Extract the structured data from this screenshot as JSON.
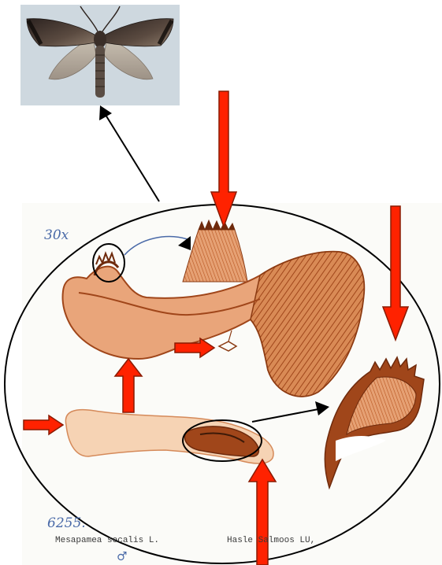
{
  "figure": {
    "magnification": "30x",
    "specimen_number": "6255.",
    "species_label": "Mesapamea secalis L.",
    "locality_label": "Hasle Salmoos LU,",
    "sex_symbol": "♂"
  },
  "colors": {
    "pointer_arrow": "#ff2200",
    "pointer_outline": "#8a1a00",
    "drawing_brown": "#b8541f",
    "drawing_dark": "#6e2a0c",
    "drawing_light": "#f2c9a4",
    "outline": "#000000",
    "pencil_blue": "#4a6aa8"
  },
  "components": {
    "moth_photo": "moth-photo",
    "main_oval": "highlight-ellipse",
    "zoom_circles": [
      "small-circle-upper",
      "small-circle-lower"
    ],
    "red_arrows": [
      "down-arrow-top",
      "down-arrow-right",
      "right-arrow-middle",
      "up-arrow-middle",
      "right-arrow-left",
      "up-arrow-bottom"
    ]
  }
}
